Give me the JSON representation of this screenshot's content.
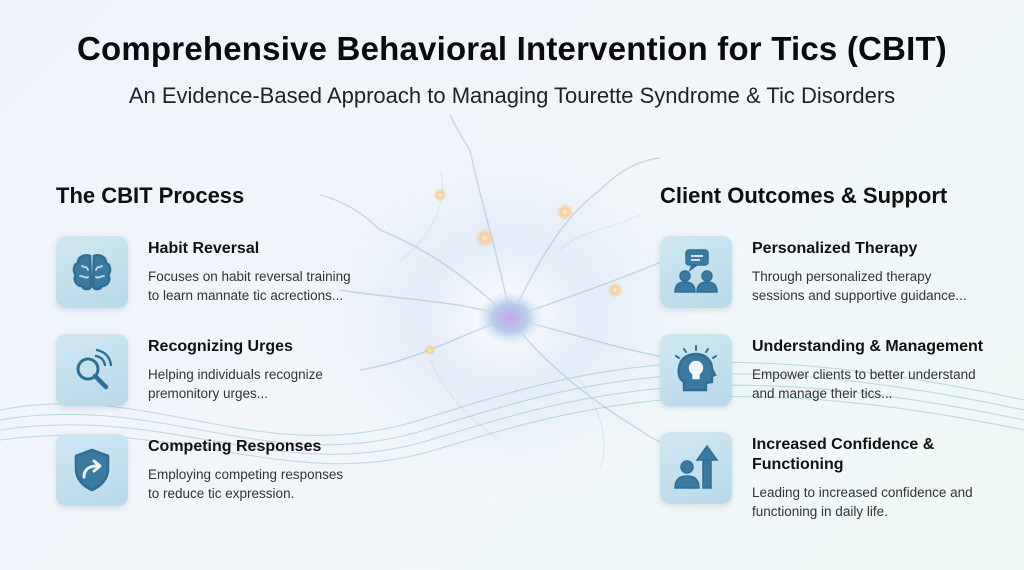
{
  "header": {
    "title": "Comprehensive Behavioral Intervention for Tics (CBIT)",
    "subtitle": "An Evidence-Based Approach to Managing Tourette Syndrome & Tic Disorders"
  },
  "left_section": {
    "title": "The CBIT Process",
    "items": [
      {
        "icon": "brain-icon",
        "title": "Habit Reversal",
        "desc_line1": "Focuses on habit reversal training",
        "desc_line2": "to learn mannate tic acrections..."
      },
      {
        "icon": "magnifier-icon",
        "title": "Recognizing Urges",
        "desc_line1": "Helping individuals recognize",
        "desc_line2": "premonitory urges..."
      },
      {
        "icon": "shield-arrow-icon",
        "title": "Competing Responses",
        "desc_line1": "Employing competing responses",
        "desc_line2": "to reduce tic expression."
      }
    ]
  },
  "right_section": {
    "title": "Client Outcomes & Support",
    "items": [
      {
        "icon": "people-chat-icon",
        "title_line1": "Personalized Therapy",
        "title_line2": "",
        "desc_line1": "Through personalized therapy",
        "desc_line2": "sessions and supportive guidance..."
      },
      {
        "icon": "head-lightbulb-icon",
        "title_line1": "Understanding & Management",
        "title_line2": "",
        "desc_line1": "Empower clients to better understand",
        "desc_line2": "and manage their tics..."
      },
      {
        "icon": "person-arrow-up-icon",
        "title_line1": "Increased Confidence &",
        "title_line2": "Functioning",
        "desc_line1": "Leading to increased confidence and",
        "desc_line2": "functioning in daily life."
      }
    ]
  },
  "colors": {
    "icon_blue": "#2f6f96",
    "icon_tile": "#c4e0ee",
    "background": "#eef3fa"
  }
}
